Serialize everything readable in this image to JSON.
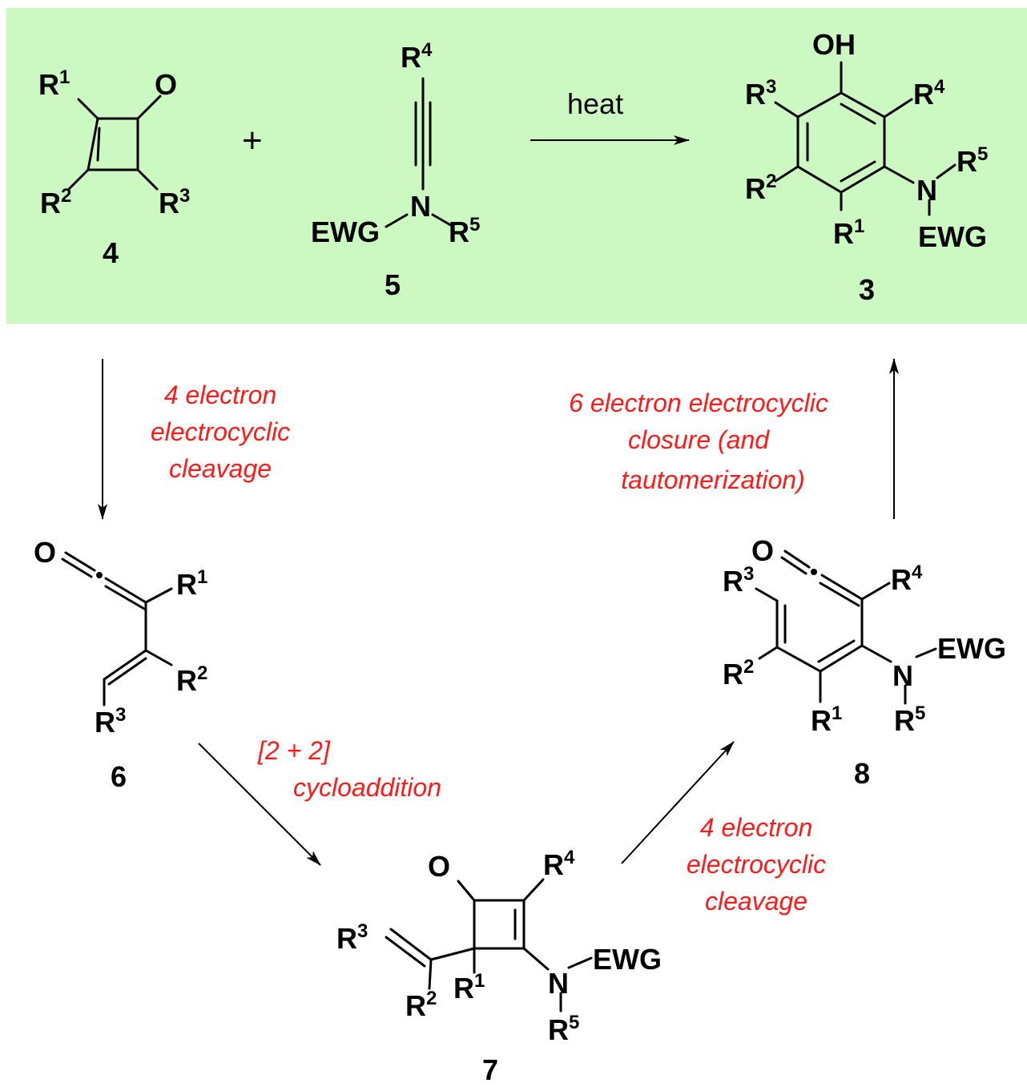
{
  "colors": {
    "panel": "#ccf8c2",
    "step_text": "#ff1a1a",
    "ink": "#000000"
  },
  "compounds": {
    "c4": {
      "number": "4",
      "o": "O",
      "r1": {
        "base": "R",
        "sup": "1"
      },
      "r2": {
        "base": "R",
        "sup": "2"
      },
      "r3": {
        "base": "R",
        "sup": "3"
      }
    },
    "c5": {
      "number": "5",
      "n": "N",
      "ewg": "EWG",
      "r4": {
        "base": "R",
        "sup": "4"
      },
      "r5": {
        "base": "R",
        "sup": "5"
      }
    },
    "c3": {
      "number": "3",
      "oh": "OH",
      "n": "N",
      "ewg": "EWG",
      "r1": {
        "base": "R",
        "sup": "1"
      },
      "r2": {
        "base": "R",
        "sup": "2"
      },
      "r3": {
        "base": "R",
        "sup": "3"
      },
      "r4": {
        "base": "R",
        "sup": "4"
      },
      "r5": {
        "base": "R",
        "sup": "5"
      }
    },
    "c6": {
      "number": "6",
      "o": "O",
      "r1": {
        "base": "R",
        "sup": "1"
      },
      "r2": {
        "base": "R",
        "sup": "2"
      },
      "r3": {
        "base": "R",
        "sup": "3"
      }
    },
    "c7": {
      "number": "7",
      "o": "O",
      "n": "N",
      "ewg": "EWG",
      "r1": {
        "base": "R",
        "sup": "1"
      },
      "r2": {
        "base": "R",
        "sup": "2"
      },
      "r3": {
        "base": "R",
        "sup": "3"
      },
      "r4": {
        "base": "R",
        "sup": "4"
      },
      "r5": {
        "base": "R",
        "sup": "5"
      }
    },
    "c8": {
      "number": "8",
      "o": "O",
      "n": "N",
      "ewg": "EWG",
      "r1": {
        "base": "R",
        "sup": "1"
      },
      "r2": {
        "base": "R",
        "sup": "2"
      },
      "r3": {
        "base": "R",
        "sup": "3"
      },
      "r4": {
        "base": "R",
        "sup": "4"
      },
      "r5": {
        "base": "R",
        "sup": "5"
      }
    }
  },
  "reaction": {
    "plus": "+",
    "condition": "heat"
  },
  "steps": {
    "cleavage1": [
      "4 electron",
      "electrocyclic",
      "cleavage"
    ],
    "cycloaddition": [
      "[2 + 2]",
      "cycloaddition"
    ],
    "cleavage2": [
      "4 electron",
      "electrocyclic",
      "cleavage"
    ],
    "closure": [
      "6 electron electrocyclic",
      "closure (and",
      "tautomerization)"
    ]
  }
}
